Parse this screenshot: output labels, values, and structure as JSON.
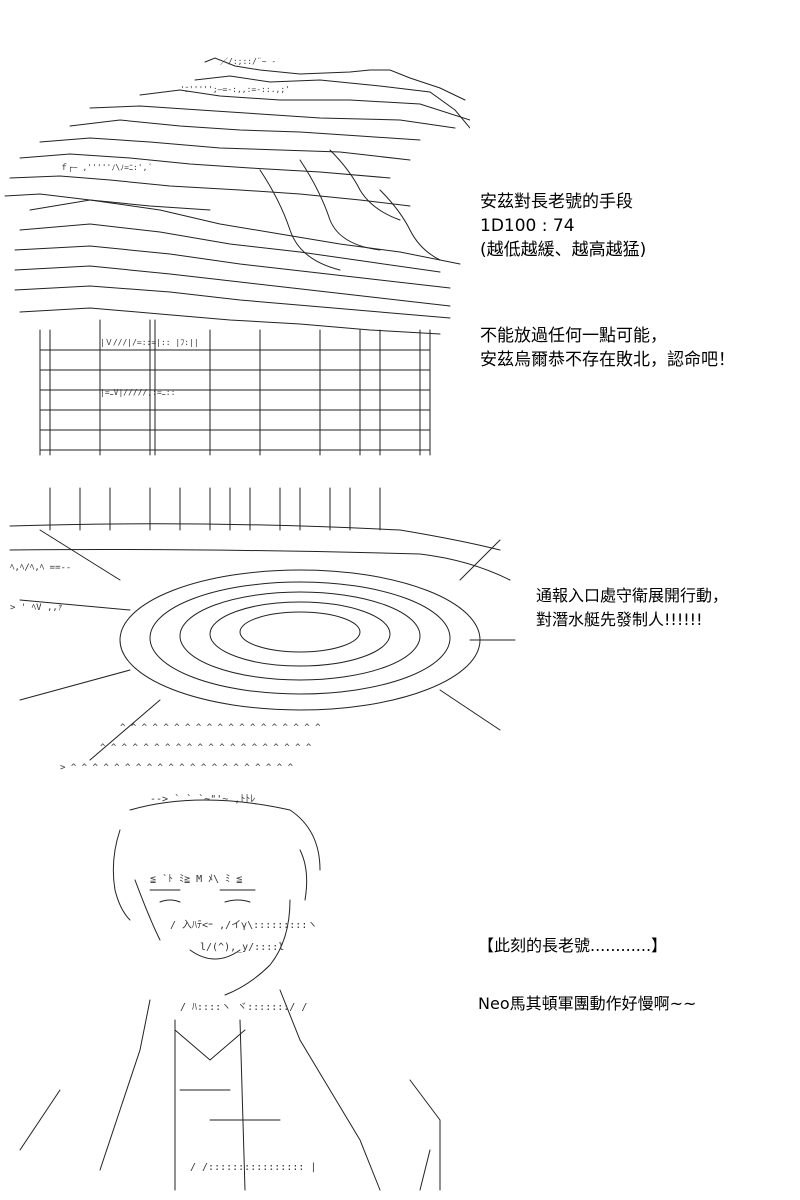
{
  "panels": [
    {
      "id": "panel-1",
      "caption_lines": [
        "安茲對長老號的手段",
        "1D100 : 74",
        "(越低越緩、越高越猛)"
      ],
      "caption_lines_b": [
        "不能放過任何一點可能，",
        "安茲烏爾恭不存在敗北，認命吧！"
      ]
    },
    {
      "id": "panel-2",
      "caption_lines": [
        "通報入口處守衛展開行動，",
        "對潛水艇先發制人!!!!!!"
      ]
    },
    {
      "id": "panel-3",
      "caption_lines": [
        "【此刻的長老號............】"
      ],
      "caption_lines_b": [
        "Neo馬其頓軍團動作好慢啊~~"
      ]
    }
  ]
}
